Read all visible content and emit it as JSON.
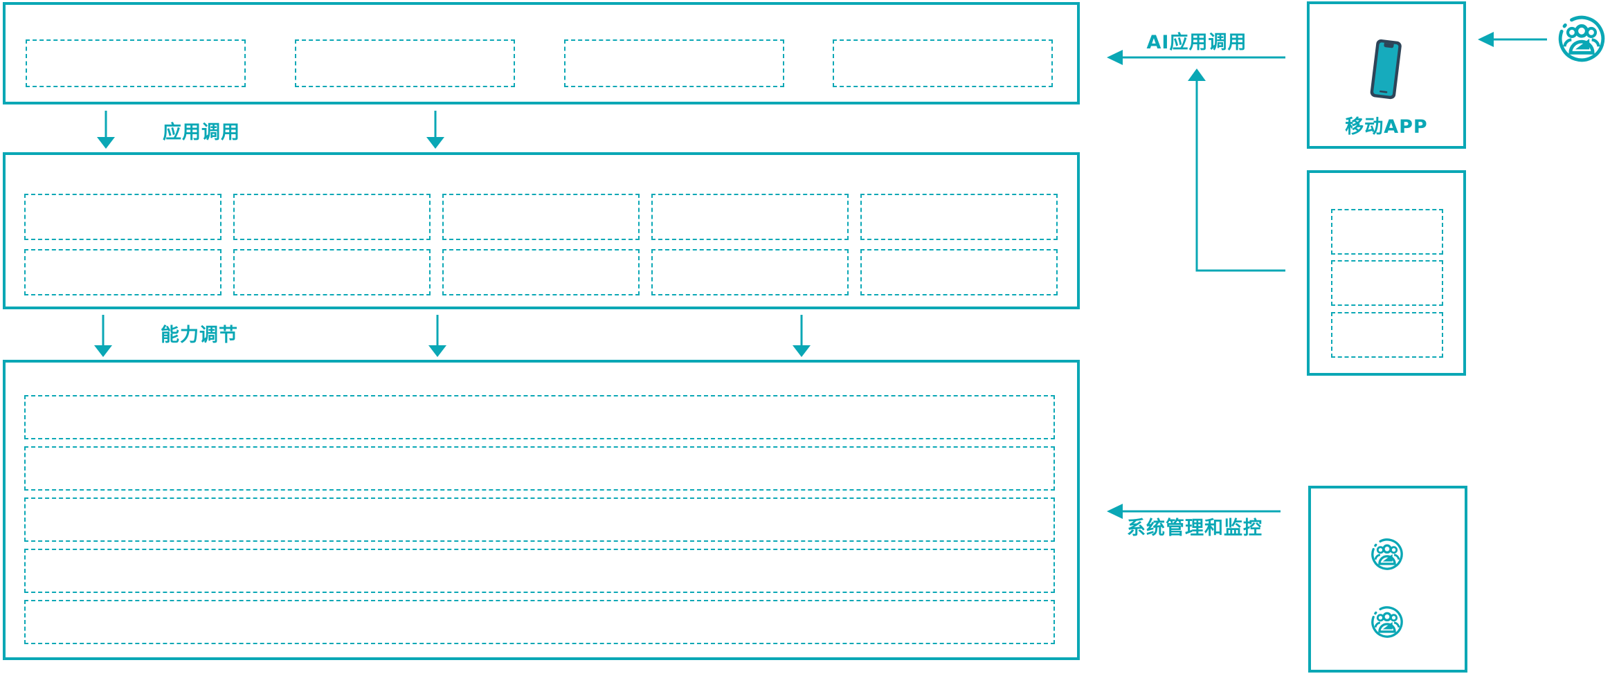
{
  "colors": {
    "line_teal": "#0AA7B5",
    "phone_body": "#2E4458",
    "phone_screen": "#16ABBD",
    "background": "#FFFFFF"
  },
  "labels": {
    "app_call": "应用调用",
    "capability_adjust": "能力调节",
    "ai_app_call": "AI应用调用",
    "system_management": "系统管理和监控",
    "mobile_app": "移动APP"
  },
  "panels": {
    "top": {
      "placeholder_count": 4
    },
    "middle": {
      "placeholder_count": 10
    },
    "bottom": {
      "placeholder_count": 5
    },
    "mobile_app": {
      "icon": "smartphone-icon"
    },
    "right_middle": {
      "placeholder_count": 3
    },
    "right_bottom": {
      "icons": [
        "user-group-icon",
        "user-group-icon"
      ]
    }
  },
  "connectors": [
    {
      "name": "app-call-arrows",
      "direction": "down",
      "count": 2,
      "label_key": "app_call"
    },
    {
      "name": "capability-arrows",
      "direction": "down",
      "count": 3,
      "label_key": "capability_adjust"
    },
    {
      "name": "ai-app-call-arrow",
      "direction": "left",
      "label_key": "ai_app_call"
    },
    {
      "name": "user-to-mobile-arrow",
      "direction": "left"
    },
    {
      "name": "mobile-to-ai-connector",
      "direction": "up"
    },
    {
      "name": "system-management-arrow",
      "direction": "left",
      "label_key": "system_management"
    }
  ],
  "icons": {
    "user_group": "user-group-icon",
    "smartphone": "smartphone-icon"
  }
}
